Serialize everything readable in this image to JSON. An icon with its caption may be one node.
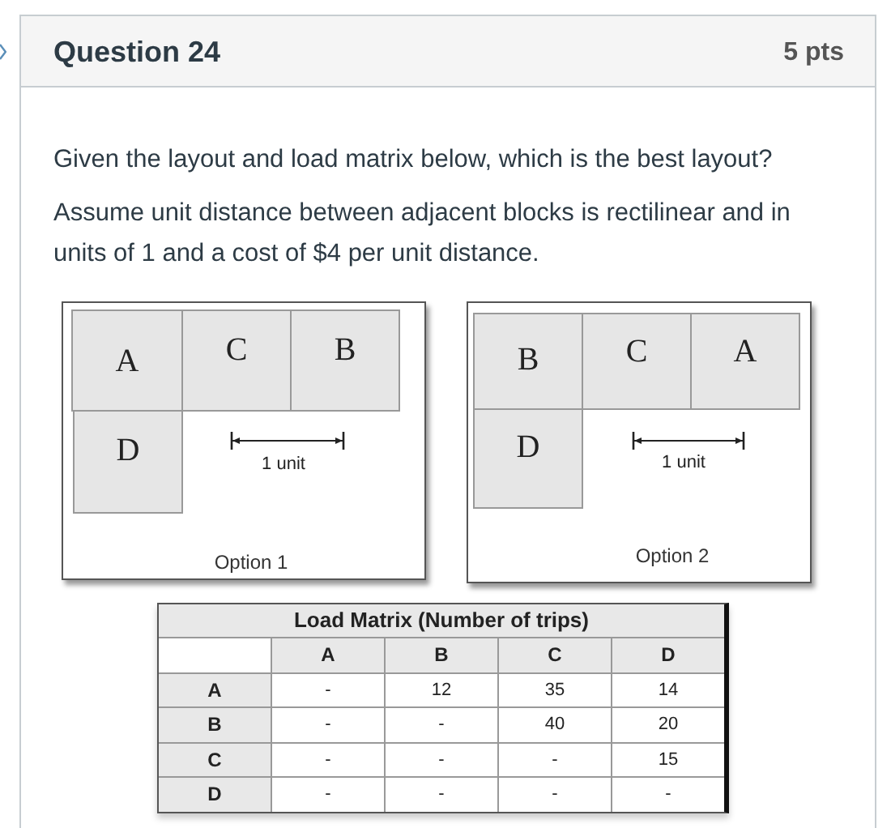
{
  "diagram": {
    "title": "Question 24",
    "nodes": [
      {
        "text": [
          "Option 1"
        ]
      },
      {
        "text": [
          "A"
        ],
        "in": 0
      },
      {
        "text": [
          "C"
        ],
        "in": 0
      },
      {
        "text": [
          "B"
        ],
        "in": 0
      },
      {
        "text": [
          "D"
        ],
        "in": 0
      },
      {
        "text": [
          "Option 2"
        ]
      },
      {
        "text": [
          "B"
        ],
        "in": 5
      },
      {
        "text": [
          "C"
        ],
        "in": 5
      },
      {
        "text": [
          "A"
        ],
        "in": 5
      },
      {
        "text": [
          "D"
        ],
        "in": 5
      }
    ],
    "labels": [
      "5 pts",
      "Given the layout and load matrix below, which is the best layout?",
      "Assume unit distance between adjacent blocks is rectilinear and in units of 1 and a cost of $4 per unit distance.",
      "1 unit",
      "1 unit",
      "Load Matrix (Number of trips)",
      "A",
      "B",
      "C",
      "D",
      "A",
      "-",
      "12",
      "35",
      "14",
      "B",
      "-",
      "-",
      "40",
      "20",
      "C",
      "-",
      "-",
      "-",
      "15",
      "D",
      "-",
      "-",
      "-",
      "-"
    ]
  }
}
